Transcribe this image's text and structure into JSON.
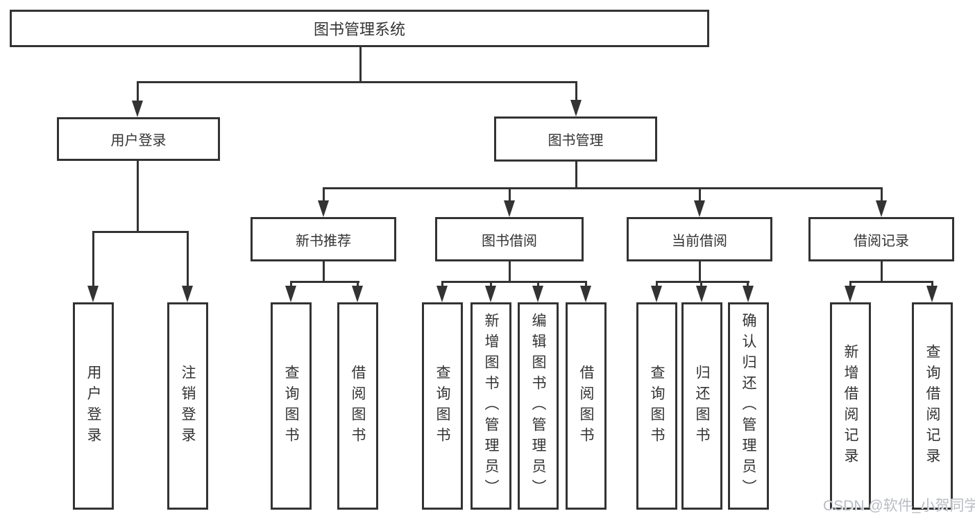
{
  "root": {
    "label": "图书管理系统"
  },
  "level2": [
    {
      "label": "用户登录"
    },
    {
      "label": "图书管理"
    }
  ],
  "level3": [
    {
      "label": "新书推荐"
    },
    {
      "label": "图书借阅"
    },
    {
      "label": "当前借阅"
    },
    {
      "label": "借阅记录"
    }
  ],
  "leaves": {
    "login": [
      "用户登录",
      "注销登录"
    ],
    "recommend": [
      "查询图书",
      "借阅图书"
    ],
    "borrow": [
      "查询图书",
      "新增图书（管理员）",
      "编辑图书（管理员）",
      "借阅图书"
    ],
    "current": [
      "查询图书",
      "归还图书",
      "确认归还（管理员）"
    ],
    "records": [
      "新增借阅记录",
      "查询借阅记录"
    ]
  },
  "watermark": {
    "text": "CSDN @软件_小贺同学"
  },
  "colors": {
    "line": "#333333",
    "text": "#333333",
    "background": "#ffffff",
    "watermark": "#b9bcc3"
  }
}
